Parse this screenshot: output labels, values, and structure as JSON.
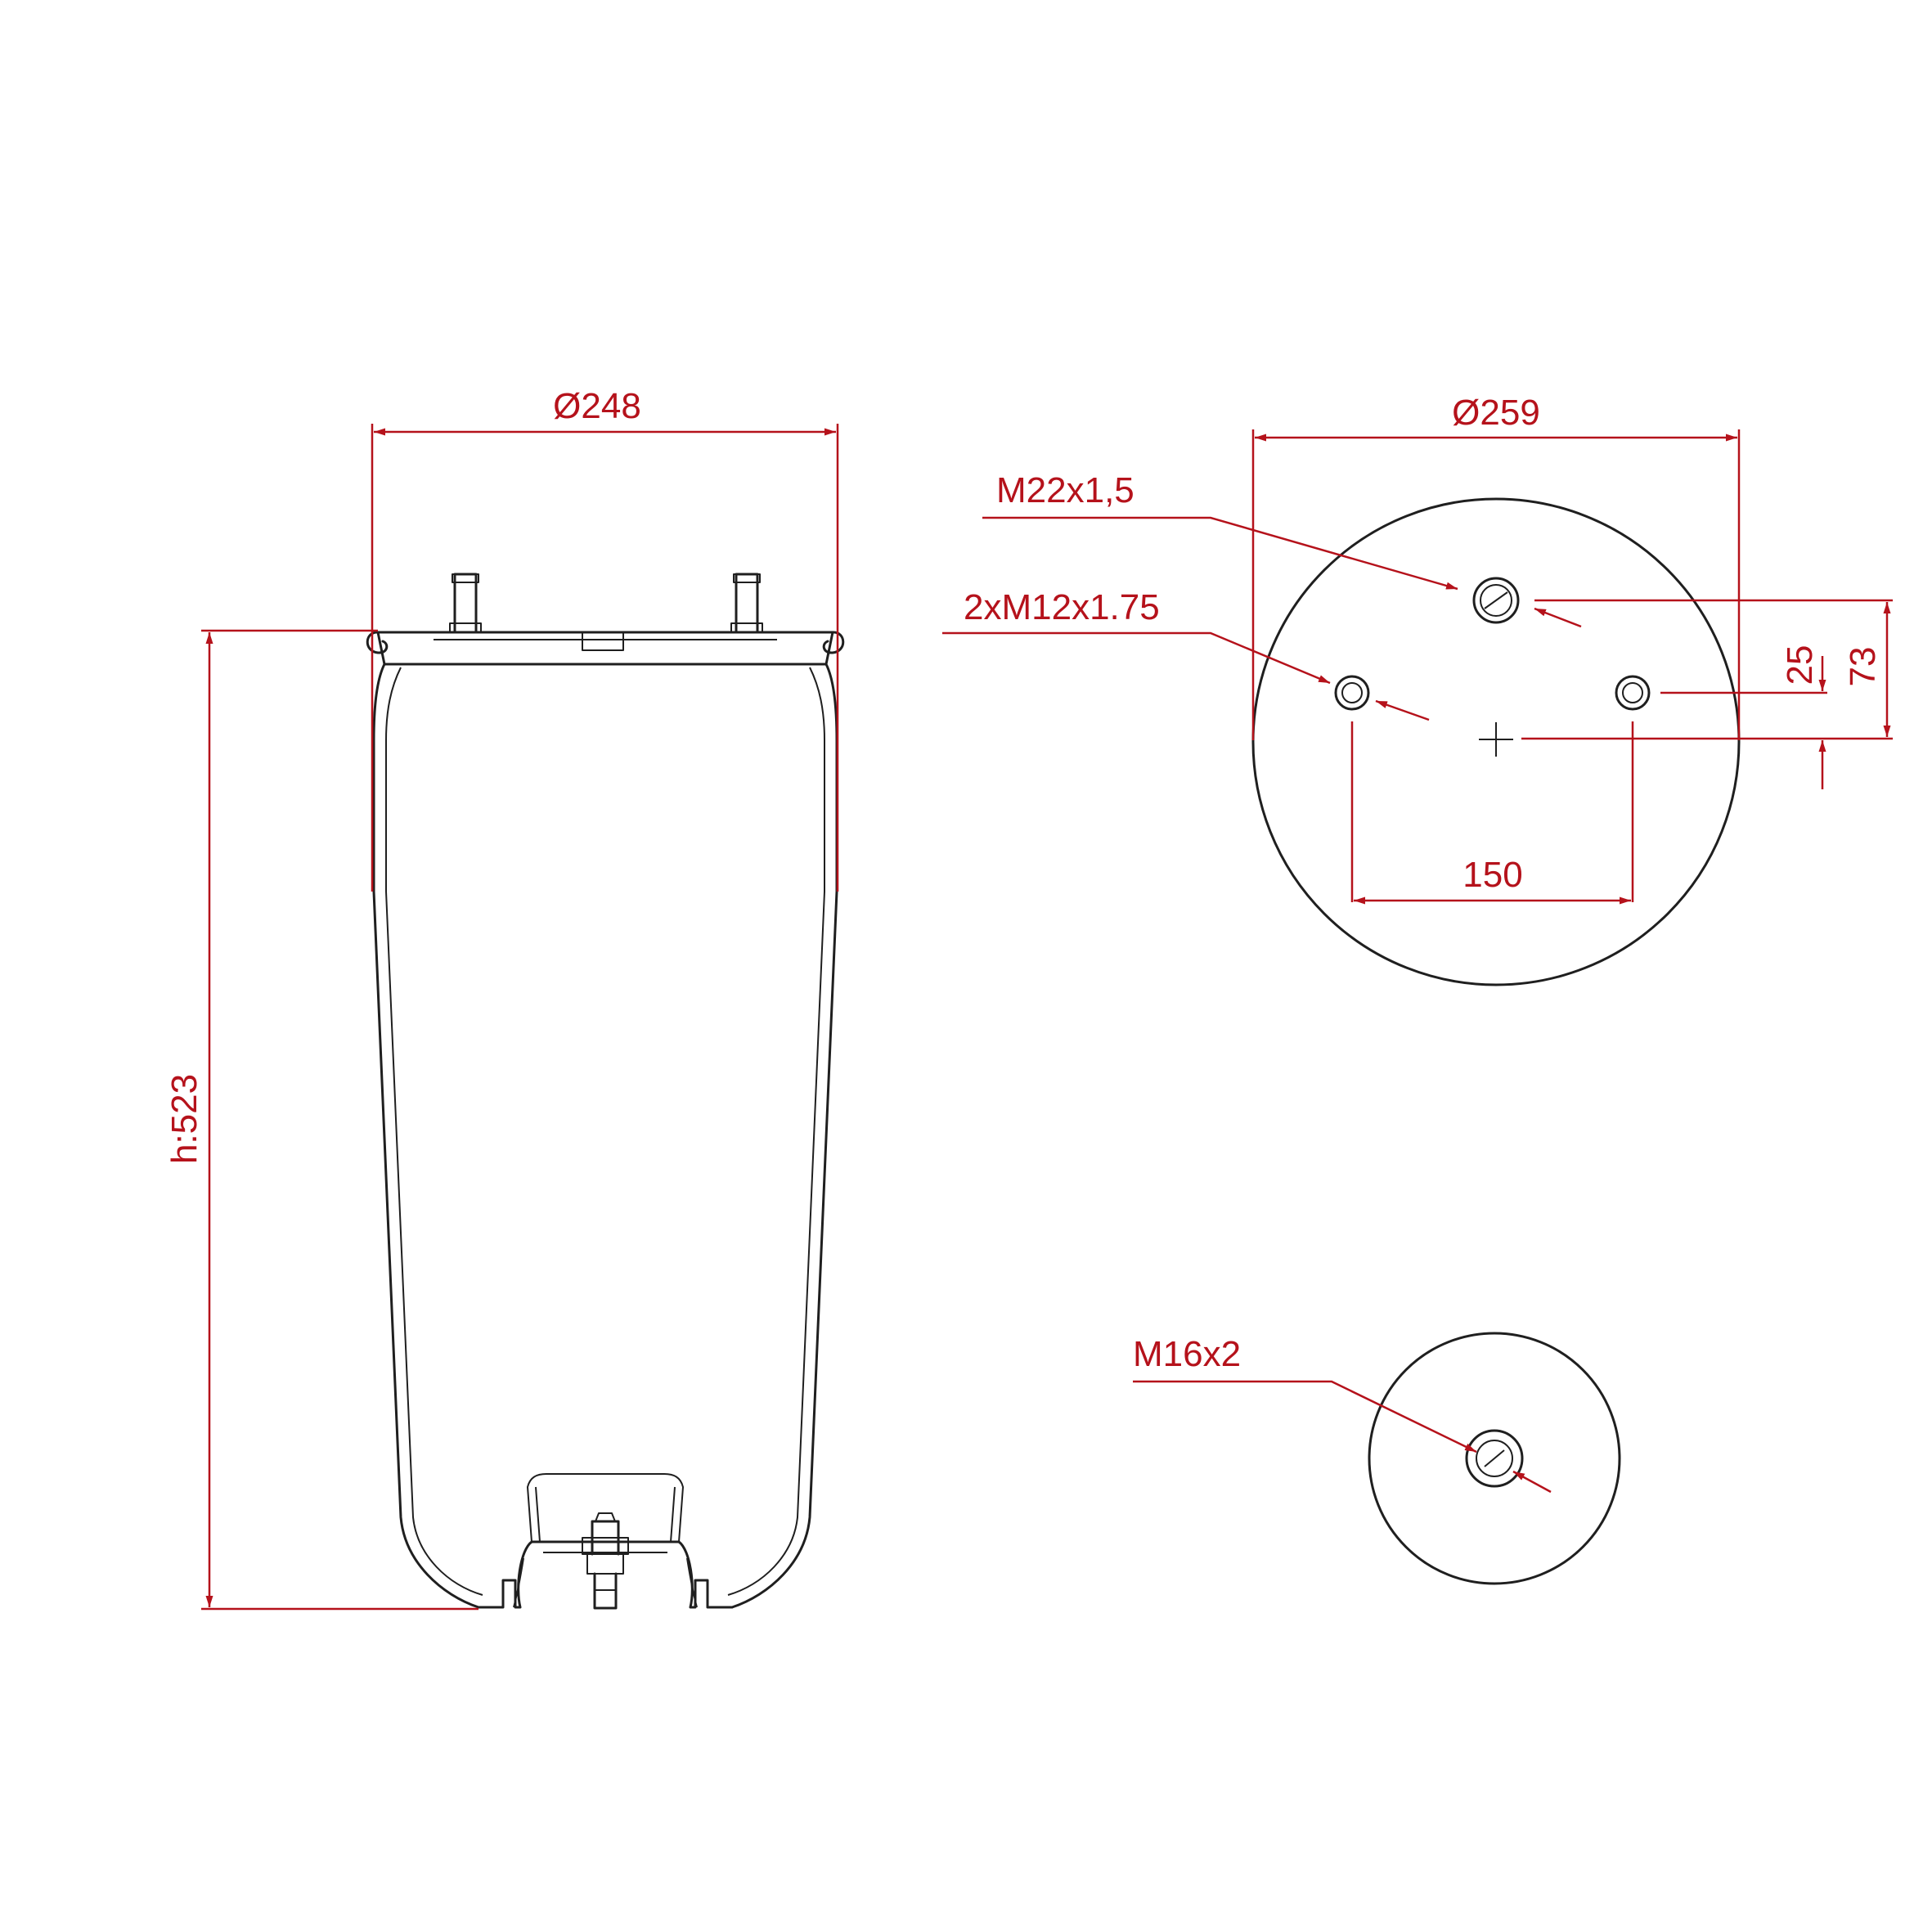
{
  "colors": {
    "dimension": "#b5121b",
    "outline": "#1f1f1f",
    "background": "#ffffff"
  },
  "dimensions": {
    "bellows_diameter": "Ø248",
    "bellows_height": "h:523",
    "top_plate_diameter": "Ø259",
    "center_thread": "M22x1,5",
    "stud_thread": "2xM12x1.75",
    "stud_spacing": "150",
    "stud_offset": "25",
    "center_offset": "73",
    "bottom_thread": "M16x2"
  }
}
